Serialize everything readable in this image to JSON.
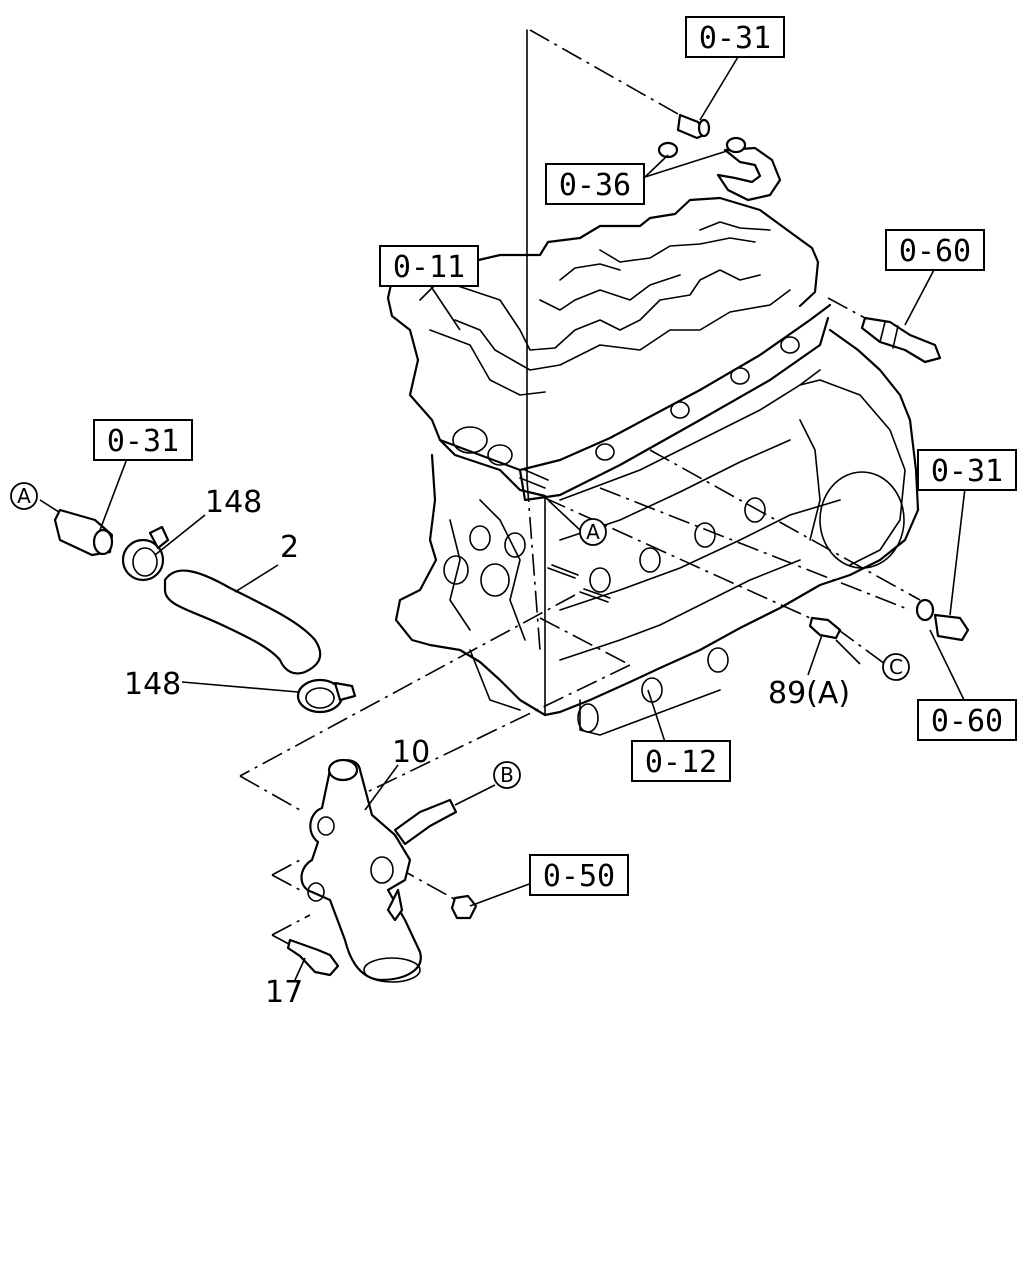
{
  "diagram": {
    "refs": {
      "r1": "0-31",
      "r2": "0-36",
      "r3": "0-11",
      "r4": "0-60",
      "r5": "0-31",
      "r6": "0-31",
      "r7": "0-60",
      "r8": "0-12",
      "r9": "0-50"
    },
    "parts": {
      "p148a": "148",
      "p2": "2",
      "p148b": "148",
      "p10": "10",
      "p17": "17",
      "p89": "89(A)"
    },
    "connectors": {
      "A1": "A",
      "A2": "A",
      "B": "B",
      "C": "C"
    }
  }
}
